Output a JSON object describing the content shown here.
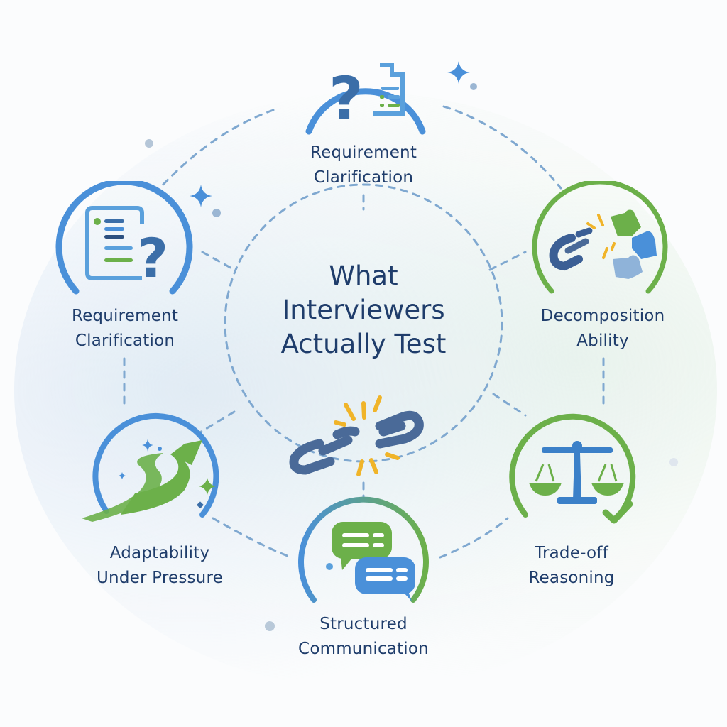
{
  "title": {
    "line1": "What",
    "line2": "Interviewers",
    "line3": "Actually Test"
  },
  "nodes": [
    {
      "id": "top",
      "line1": "Requirement",
      "line2": "Clarification",
      "icon": "question-document-icon",
      "ring_color": "#4a90d9"
    },
    {
      "id": "upper-left",
      "line1": "Requirement",
      "line2": "Clarification",
      "icon": "document-question-icon",
      "ring_color": "#4a90d9"
    },
    {
      "id": "upper-right",
      "line1": "Decomposition",
      "line2": "Ability",
      "icon": "broken-chain-puzzle-icon",
      "ring_color": "#6cb04a"
    },
    {
      "id": "lower-left",
      "line1": "Adaptability",
      "line2": "Under Pressure",
      "icon": "rising-arrow-icon",
      "ring_color": "#4a90d9"
    },
    {
      "id": "lower-right",
      "line1": "Trade-off",
      "line2": "Reasoning",
      "icon": "balance-scale-check-icon",
      "ring_color": "#6cb04a"
    },
    {
      "id": "bottom",
      "line1": "Structured",
      "line2": "Communication",
      "icon": "chat-bubbles-icon",
      "ring_color": "#4a90d9"
    }
  ],
  "colors": {
    "text": "#1f3d6b",
    "blue": "#4a90d9",
    "dark_blue": "#3b6ea8",
    "green": "#6cb04a",
    "chain": "#4a6a98",
    "spark": "#f0b429",
    "dash": "#7fa8d0"
  }
}
